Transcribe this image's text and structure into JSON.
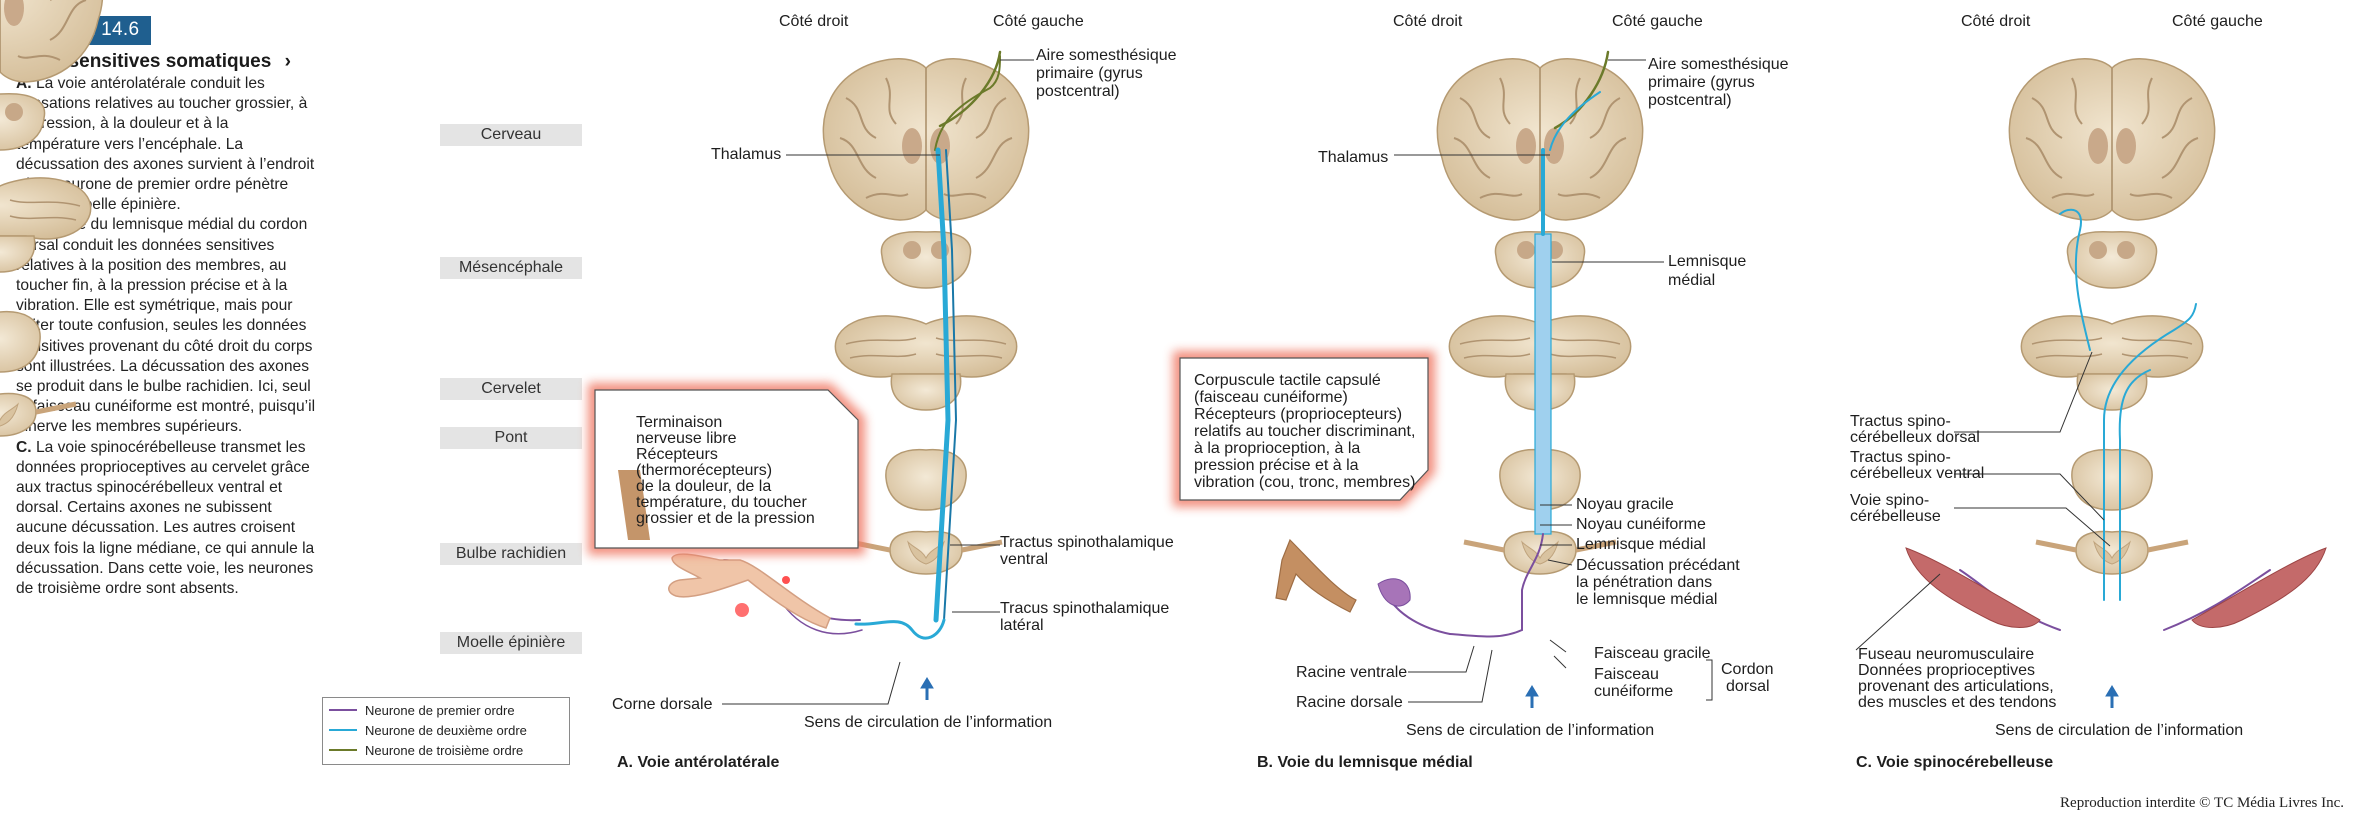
{
  "figure": {
    "badge": "FIGURE 14.6",
    "title": "Voies sensitives somatiques",
    "title_icon": "chevron-right-icon"
  },
  "description": {
    "A_label": "A.",
    "A_text": "La voie antérolatérale conduit les sensations relatives au toucher grossier, à la pression, à la douleur et à la température vers l’encéphale. La décussation des axones survient à l’endroit où le neurone de premier ordre pénètre dans la moelle épinière.",
    "B_label": "B.",
    "B_text": "La voie du lemnisque médial du cordon dorsal conduit les données sensitives relatives à la position des membres, au toucher fin, à la pression précise et à la vibration. Elle est symétrique, mais pour éviter toute confusion, seules les données sensitives provenant du côté droit du corps sont illustrées. La décussation des axones se produit dans le bulbe rachidien. Ici, seul le faisceau cunéiforme est montré, puisqu’il innerve les membres supérieurs.",
    "C_label": "C.",
    "C_text": "La voie spinocérébelleuse transmet les données proprioceptives au cervelet grâce aux tractus spinocérébelleux ventral et dorsal. Certains axones ne subissent aucune décussation. Les autres croisent deux fois la ligne médiane, ce qui annule la décussation. Dans cette voie, les neurones de troisième ordre sont absents."
  },
  "levels": [
    "Cerveau",
    "Mésencéphale",
    "Cervelet",
    "Pont",
    "Bulbe rachidien",
    "Moelle épinière"
  ],
  "legend": [
    {
      "label": "Neurone de premier ordre",
      "color": "#7b4f9e"
    },
    {
      "label": "Neurone de deuxième ordre",
      "color": "#29a9d6"
    },
    {
      "label": "Neurone de troisième ordre",
      "color": "#6b7a2a"
    }
  ],
  "common": {
    "cote_droit": "Côté droit",
    "cote_gauche": "Côté gauche",
    "sens": "Sens de circulation de l’information",
    "aire": "Aire somesthésique primaire (gyrus postcentral)",
    "thalamus": "Thalamus"
  },
  "panel_a": {
    "caption": "A. Voie antérolatérale",
    "callout_line1": "Terminaison",
    "callout_line2": "nerveuse libre",
    "callout_line3": "Récepteurs",
    "callout_line4": "(thermorécepteurs)",
    "callout_line5": "de la douleur, de la",
    "callout_line6": "température, du toucher",
    "callout_line7": "grossier et de la pression",
    "ventral_1": "Tractus spinothalamique",
    "ventral_2": "ventral",
    "lateral_1": "Tracus spinothalamique",
    "lateral_2": "latéral",
    "corne": "Corne dorsale"
  },
  "panel_b": {
    "caption": "B. Voie du lemnisque médial",
    "callout_1": "Corpuscule tactile capsulé",
    "callout_2": "(faisceau cunéiforme)",
    "callout_3": "Récepteurs (propriocepteurs)",
    "callout_4": "relatifs au toucher discriminant,",
    "callout_5": "à la proprioception, à la",
    "callout_6": "pression précise et à la",
    "callout_7": "vibration (cou, tronc, membres)",
    "lemnisque_1": "Lemnisque",
    "lemnisque_2": "médial",
    "noyau_gracile": "Noyau gracile",
    "noyau_cuneiforme": "Noyau cunéiforme",
    "lemnisque_medial": "Lemnisque médial",
    "decussation_1": "Décussation précédant",
    "decussation_2": "la pénétration dans",
    "decussation_3": "le lemnisque médial",
    "faisceau_gracile": "Faisceau gracile",
    "faisceau_cun_1": "Faisceau",
    "faisceau_cun_2": "cunéiforme",
    "cordon_1": "Cordon",
    "cordon_2": "dorsal",
    "racine_ventrale": "Racine ventrale",
    "racine_dorsale": "Racine dorsale"
  },
  "panel_c": {
    "caption": "C. Voie spinocérebelleuse",
    "dorsal_1": "Tractus spino-",
    "dorsal_2": "cérébelleux dorsal",
    "ventral_1": "Tractus spino-",
    "ventral_2": "cérébelleux ventral",
    "voie_1": "Voie spino-",
    "voie_2": "cérébelleuse",
    "fuseau_1": "Fuseau neuromusculaire",
    "fuseau_2": "Données proprioceptives",
    "fuseau_3": "provenant des articulations,",
    "fuseau_4": "des muscles et des tendons"
  },
  "copyright": "Reproduction interdite © TC Média Livres Inc.",
  "colors": {
    "badge": "#1f5f8f",
    "tissue": "#e8d9c0",
    "tissue_dark": "#c9b08c",
    "callout_glow": "#f07a66",
    "arrow": "#2a6fb4"
  }
}
